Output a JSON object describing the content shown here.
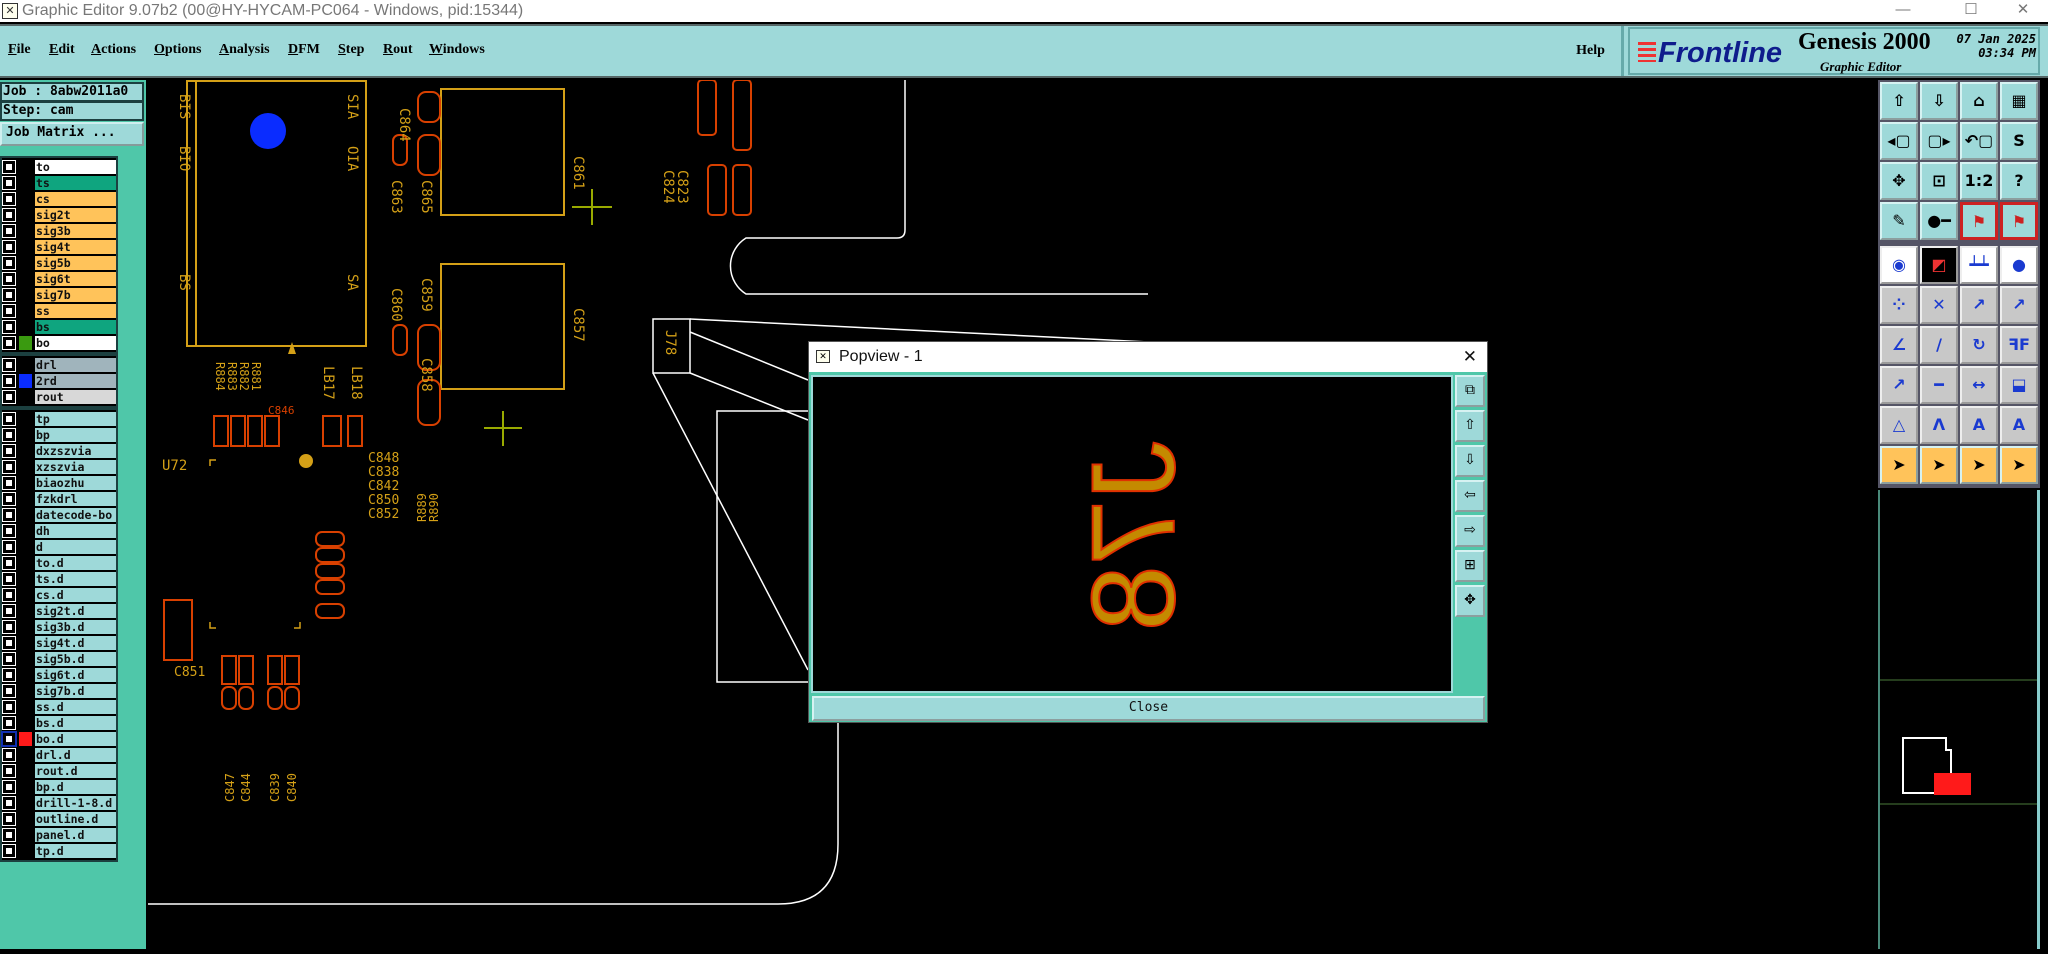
{
  "window": {
    "title": "Graphic Editor 9.07b2 (00@HY-HYCAM-PC064 - Windows, pid:15344)",
    "minimize": "—",
    "maximize": "☐",
    "close": "✕"
  },
  "menu": [
    "File",
    "Edit",
    "Actions",
    "Options",
    "Analysis",
    "DFM",
    "Step",
    "Rout",
    "Windows"
  ],
  "help": "Help",
  "brand": {
    "logo": "Frontline",
    "product": "Genesis 2000",
    "subtitle": "Graphic Editor",
    "date": "07 Jan 2025",
    "time": "03:34 PM"
  },
  "job": {
    "job_label": "Job : 8abw2011a0",
    "step_label": "Step: cam",
    "job_matrix": "Job Matrix ..."
  },
  "layers_board": [
    {
      "name": "to",
      "color": "#ffffff"
    },
    {
      "name": "ts",
      "color": "#0fa57f"
    },
    {
      "name": "cs",
      "color": "#ffc35a"
    },
    {
      "name": "sig2t",
      "color": "#ffc35a"
    },
    {
      "name": "sig3b",
      "color": "#ffc35a"
    },
    {
      "name": "sig4t",
      "color": "#ffc35a"
    },
    {
      "name": "sig5b",
      "color": "#ffc35a"
    },
    {
      "name": "sig6t",
      "color": "#ffc35a"
    },
    {
      "name": "sig7b",
      "color": "#ffc35a"
    },
    {
      "name": "ss",
      "color": "#ffc35a"
    },
    {
      "name": "bs",
      "color": "#0fa57f"
    },
    {
      "name": "bo",
      "color": "#ffffff",
      "swatch": "#3a9a10"
    }
  ],
  "layers_drill": [
    {
      "name": "drl",
      "color": "#a0b4bc"
    },
    {
      "name": "2rd",
      "color": "#a0b4bc",
      "swatch": "#0a2cff"
    },
    {
      "name": "rout",
      "color": "#d8d8d8"
    }
  ],
  "layers_misc": [
    {
      "name": "tp"
    },
    {
      "name": "bp"
    },
    {
      "name": "dxzszvia"
    },
    {
      "name": "xzszvia"
    },
    {
      "name": "biaozhu"
    },
    {
      "name": "fzkdrl"
    },
    {
      "name": "datecode-bo"
    },
    {
      "name": "dh"
    },
    {
      "name": "d"
    },
    {
      "name": "to.d"
    },
    {
      "name": "ts.d"
    },
    {
      "name": "cs.d"
    },
    {
      "name": "sig2t.d"
    },
    {
      "name": "sig3b.d"
    },
    {
      "name": "sig4t.d"
    },
    {
      "name": "sig5b.d"
    },
    {
      "name": "sig6t.d"
    },
    {
      "name": "sig7b.d"
    },
    {
      "name": "ss.d"
    },
    {
      "name": "bs.d"
    },
    {
      "name": "bo.d",
      "swatch": "#ff1a1a",
      "active": true
    },
    {
      "name": "drl.d"
    },
    {
      "name": "rout.d"
    },
    {
      "name": "bp.d"
    },
    {
      "name": "drill-1-8.d"
    },
    {
      "name": "outline.d"
    },
    {
      "name": "panel.d"
    },
    {
      "name": "tp.d"
    }
  ],
  "pcb_labels": {
    "bis": "BIS",
    "bio": "BIO",
    "bs": "BS",
    "sia": "SIA",
    "oia": "OIA",
    "sa": "SA",
    "c864": "C864",
    "c863": "C863",
    "c865": "C865",
    "c861": "C861",
    "c860": "C860",
    "c859": "C859",
    "c858": "C858",
    "c857": "C857",
    "c824": "C824",
    "c823": "C823",
    "j78": "J78",
    "u72": "U72",
    "lb17": "LB17",
    "lb18": "LB18",
    "c846": "C846",
    "c848": "C848",
    "c838": "C838",
    "c842": "C842",
    "c850": "C850",
    "c852": "C852",
    "r889": "R889",
    "r890": "R890",
    "c851": "C851",
    "c847": "C847",
    "c844": "C844",
    "c839": "C839",
    "c840": "C840",
    "r884": "R884",
    "r883": "R883",
    "r882": "R882",
    "r881": "R881"
  },
  "toolbar": [
    "move-up-icon",
    "move-down-icon",
    "home-icon",
    "grid-xy-icon",
    "pan-left-icon",
    "pan-right-icon",
    "undo-view-icon",
    "snake-route-icon",
    "zoom-fit-icon",
    "zoom-center-icon",
    "scale-1-2-icon",
    "help-icon",
    "tools-palette-icon",
    "snap-icon",
    "netlist-red-icon",
    "netlist-dark-icon",
    "add-pad-icon",
    "select-window-icon",
    "measure-ruler-icon",
    "pad-icon",
    "connect-nodes-icon",
    "delete-node-icon",
    "move-node-icon",
    "move-node-filled-icon",
    "line-angle-icon",
    "line-draw-icon",
    "rotate-icon",
    "mirror-icon",
    "move-pad-icon",
    "line-segment-icon",
    "spacing-icon",
    "shapes-icon",
    "arc-triangle-icon",
    "arc-up-icon",
    "arc-bold-icon",
    "arc-cross-icon",
    "select-arrow-icon",
    "select-box-icon",
    "select-poly-icon",
    "select-net-icon"
  ],
  "toolbar_glyphs": [
    "⇧",
    "⇩",
    "⌂",
    "▦",
    "◂▢",
    "▢▸",
    "↶▢",
    "S",
    "✥",
    "⊡",
    "1:2",
    "?",
    "✎",
    "●━",
    "⚑",
    "⚑",
    "◉",
    "◩",
    "┷┷",
    "●",
    "⁘",
    "✕",
    "↗",
    "↗",
    "∠",
    "/",
    "↻",
    "ꟻF",
    "↗",
    "━",
    "↔",
    "⬓",
    "△",
    "Λ",
    "A",
    "A",
    "➤",
    "➤",
    "➤",
    "➤"
  ],
  "popview": {
    "title": "Popview - 1",
    "text": "J78",
    "close": "Close",
    "close_x": "✕",
    "tools": [
      "zoom-window-icon",
      "move-up-icon",
      "move-down-icon",
      "move-left-icon",
      "move-right-icon",
      "zoom-in-icon",
      "zoom-out-icon"
    ],
    "tool_glyphs": [
      "⧉",
      "⇧",
      "⇩",
      "⇦",
      "⇨",
      "⊞",
      "✥"
    ]
  }
}
